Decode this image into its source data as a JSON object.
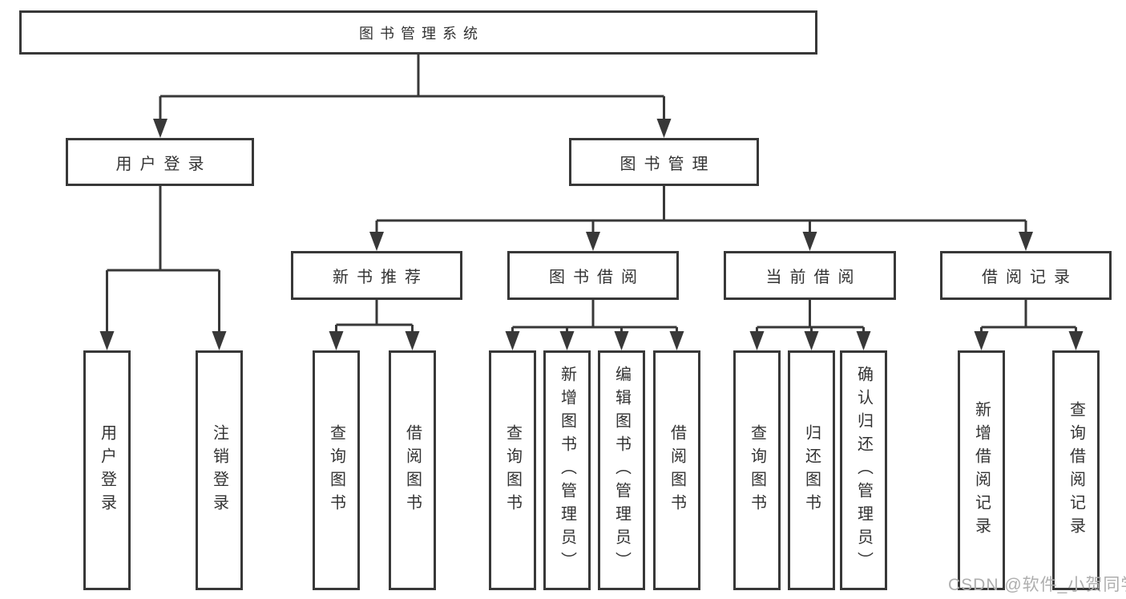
{
  "diagram": {
    "type": "tree-structure-chart",
    "colors": {
      "line": "#383838",
      "box_border": "#383838",
      "text": "#333333",
      "background": "#ffffff",
      "watermark": "#aeaeae"
    },
    "root": {
      "label": "图书管理系统"
    },
    "level2": [
      {
        "label": "用户登录"
      },
      {
        "label": "图书管理"
      }
    ],
    "level3": [
      {
        "label": "新书推荐",
        "parent": "图书管理"
      },
      {
        "label": "图书借阅",
        "parent": "图书管理"
      },
      {
        "label": "当前借阅",
        "parent": "图书管理"
      },
      {
        "label": "借阅记录",
        "parent": "图书管理"
      }
    ],
    "leaves": {
      "user_login": [
        {
          "label": "用户登录"
        },
        {
          "label": "注销登录"
        }
      ],
      "new_books": [
        {
          "label": "查询图书"
        },
        {
          "label": "借阅图书"
        }
      ],
      "book_borrow": [
        {
          "label": "查询图书"
        },
        {
          "label": "新增图书（管理员）"
        },
        {
          "label": "编辑图书（管理员）"
        },
        {
          "label": "借阅图书"
        }
      ],
      "current_borrow": [
        {
          "label": "查询图书"
        },
        {
          "label": "归还图书"
        },
        {
          "label": "确认归还（管理员）"
        }
      ],
      "borrow_records": [
        {
          "label": "新增借阅记录"
        },
        {
          "label": "查询借阅记录"
        }
      ]
    },
    "watermark": "CSDN @软件_小贺同学"
  }
}
